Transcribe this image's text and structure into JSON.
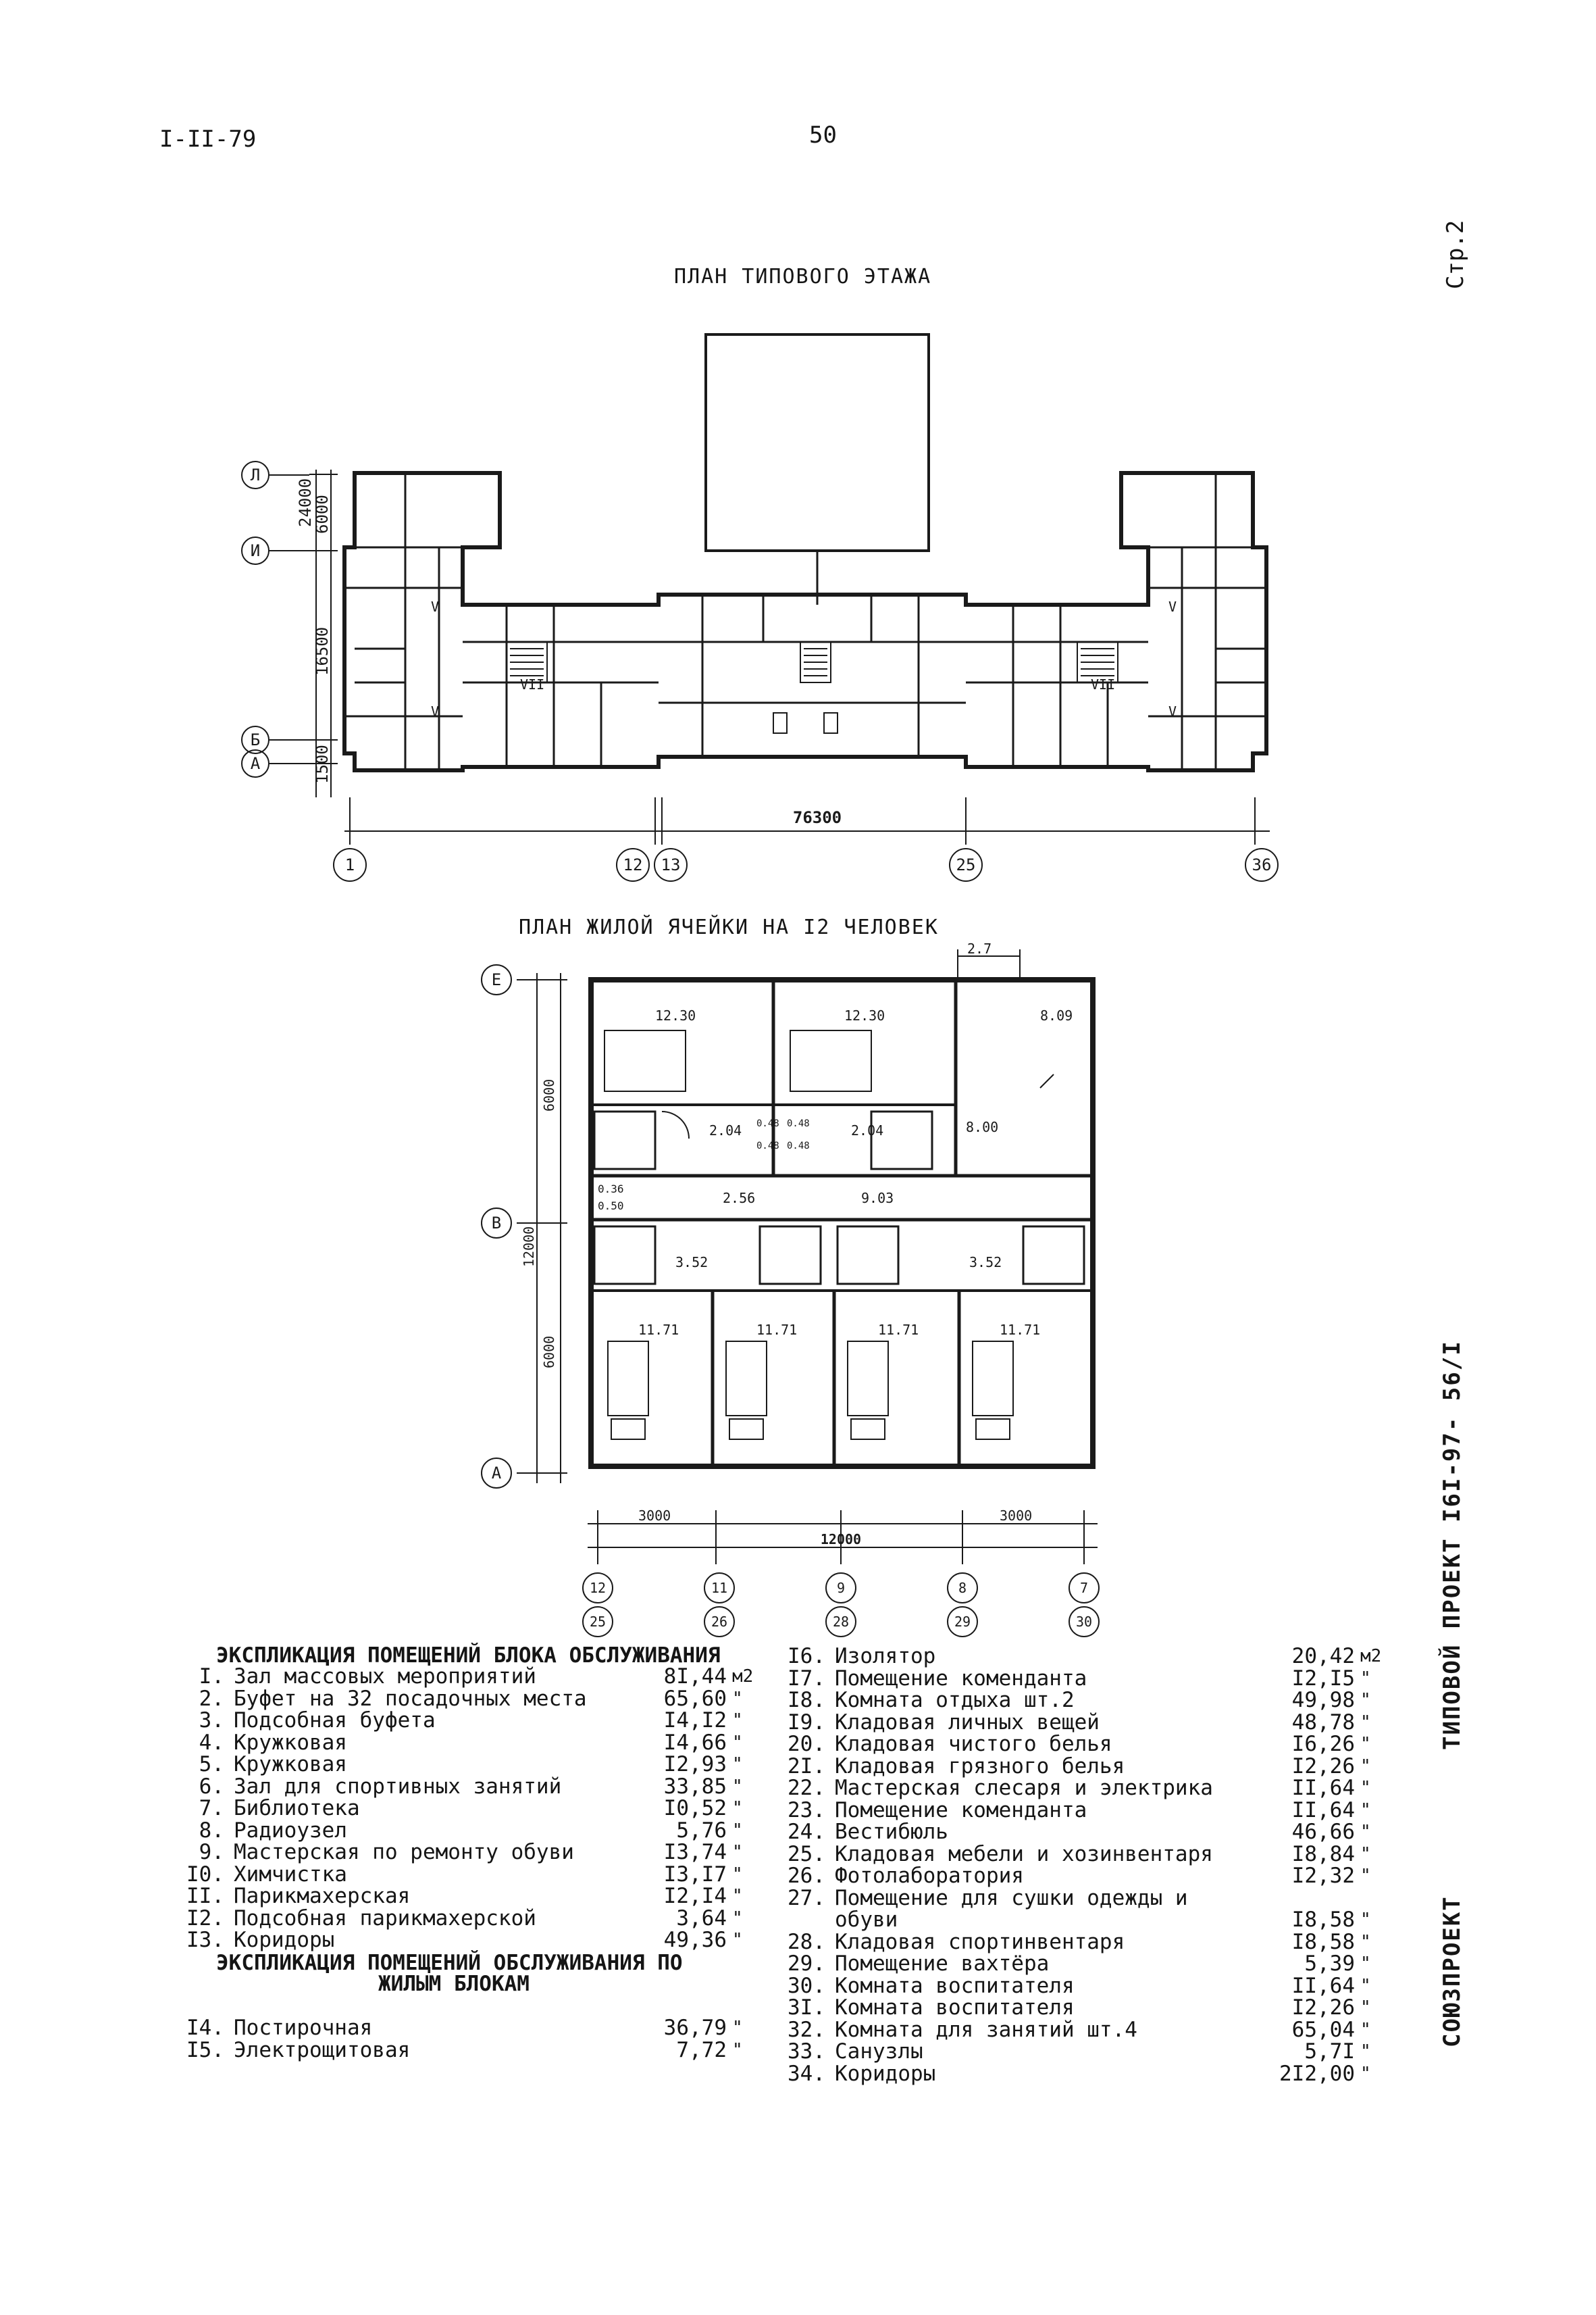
{
  "header": {
    "doc_code": "I-II-79",
    "page_number": "50",
    "sheet": "Стр.2"
  },
  "plan_floor": {
    "title": "ПЛАН ТИПОВОГО ЭТАЖА",
    "overall_dim": "76300",
    "row_axes": [
      "Л",
      "И",
      "Б",
      "А"
    ],
    "row_dims": [
      "24000",
      "6000",
      "16500",
      "1500"
    ],
    "col_axes": [
      "1",
      "12",
      "13",
      "25",
      "36"
    ],
    "marks": [
      "V",
      "VII",
      "V",
      "V",
      "VII",
      "V"
    ]
  },
  "plan_cell": {
    "title": "ПЛАН ЖИЛОЙ ЯЧЕЙКИ НА I2 ЧЕЛОВЕК",
    "top_dim": "2.7",
    "row_axes": [
      "Е",
      "В",
      "А"
    ],
    "row_dims": [
      "6000",
      "12000",
      "6000"
    ],
    "col_axes_top": [
      "12",
      "11",
      "9",
      "8",
      "7"
    ],
    "col_axes_bottom": [
      "25",
      "26",
      "28",
      "29",
      "30"
    ],
    "bottom_dims": [
      "3000",
      "3000"
    ],
    "overall_dim": "12000",
    "room_labels": [
      "12.30",
      "12.30",
      "8.09",
      "2.04",
      "2.04",
      "8.00",
      "0.48",
      "0.48",
      "0.48",
      "0.48",
      "2.56",
      "9.03",
      "0.36",
      "0.50",
      "3.52",
      "3.52",
      "11.71",
      "11.71",
      "11.71",
      "11.71"
    ]
  },
  "side_text": {
    "project": "ТИПОВОЙ ПРОЕКТ I6I-97- 56/I",
    "stamp": "СОЮЗПРОЕКТ"
  },
  "explication": {
    "title1": "ЭКСПЛИКАЦИЯ ПОМЕЩЕНИЙ БЛОКА ОБСЛУЖИВАНИЯ",
    "title2_line1": "ЭКСПЛИКАЦИЯ ПОМЕЩЕНИЙ ОБСЛУЖИВАНИЯ ПО",
    "title2_line2": "ЖИЛЫМ БЛОКАМ",
    "unit": "м2",
    "ditto": "\"",
    "left": [
      {
        "n": "I.",
        "name": "Зал массовых мероприятий",
        "area": "8I,44"
      },
      {
        "n": "2.",
        "name": "Буфет на 32 посадочных места",
        "area": "65,60"
      },
      {
        "n": "3.",
        "name": "Подсобная буфета",
        "area": "I4,I2"
      },
      {
        "n": "4.",
        "name": "Кружковая",
        "area": "I4,66"
      },
      {
        "n": "5.",
        "name": "Кружковая",
        "area": "I2,93"
      },
      {
        "n": "6.",
        "name": "Зал для спортивных занятий",
        "area": "33,85"
      },
      {
        "n": "7.",
        "name": "Библиотека",
        "area": "I0,52"
      },
      {
        "n": "8.",
        "name": "Радиоузел",
        "area": "5,76"
      },
      {
        "n": "9.",
        "name": "Мастерская по ремонту обуви",
        "area": "I3,74"
      },
      {
        "n": "I0.",
        "name": "Химчистка",
        "area": "I3,I7"
      },
      {
        "n": "II.",
        "name": "Парикмахерская",
        "area": "I2,I4"
      },
      {
        "n": "I2.",
        "name": "Подсобная парикмахерской",
        "area": "3,64"
      },
      {
        "n": "I3.",
        "name": "Коридоры",
        "area": "49,36"
      }
    ],
    "left2": [
      {
        "n": "I4.",
        "name": "Постирочная",
        "area": "36,79"
      },
      {
        "n": "I5.",
        "name": "Электрощитовая",
        "area": "7,72"
      }
    ],
    "right": [
      {
        "n": "I6.",
        "name": "Изолятор",
        "area": "20,42"
      },
      {
        "n": "I7.",
        "name": "Помещение коменданта",
        "area": "I2,I5"
      },
      {
        "n": "I8.",
        "name": "Комната отдыха   шт.2",
        "area": "49,98"
      },
      {
        "n": "I9.",
        "name": "Кладовая личных вещей",
        "area": "48,78"
      },
      {
        "n": "20.",
        "name": "Кладовая чистого белья",
        "area": "I6,26"
      },
      {
        "n": "2I.",
        "name": "Кладовая грязного белья",
        "area": "I2,26"
      },
      {
        "n": "22.",
        "name": "Мастерская слесаря и электрика",
        "area": "II,64"
      },
      {
        "n": "23.",
        "name": "Помещение коменданта",
        "area": "II,64"
      },
      {
        "n": "24.",
        "name": "Вестибюль",
        "area": "46,66"
      },
      {
        "n": "25.",
        "name": "Кладовая мебели и хозинвентаря",
        "area": "I8,84"
      },
      {
        "n": "26.",
        "name": "Фотолаборатория",
        "area": "I2,32"
      },
      {
        "n": "27.",
        "name": "Помещение для сушки одежды и",
        "area": ""
      },
      {
        "n": "",
        "name": "обуви",
        "area": "I8,58"
      },
      {
        "n": "28.",
        "name": "Кладовая спортинвентаря",
        "area": "I8,58"
      },
      {
        "n": "29.",
        "name": "Помещение вахтёра",
        "area": "5,39"
      },
      {
        "n": "30.",
        "name": "Комната воспитателя",
        "area": "II,64"
      },
      {
        "n": "3I.",
        "name": "Комната воспитателя",
        "area": "I2,26"
      },
      {
        "n": "32.",
        "name": "Комната для занятий   шт.4",
        "area": "65,04"
      },
      {
        "n": "33.",
        "name": "Санузлы",
        "area": "5,7I"
      },
      {
        "n": "34.",
        "name": "Коридоры",
        "area": "2I2,00"
      }
    ]
  }
}
